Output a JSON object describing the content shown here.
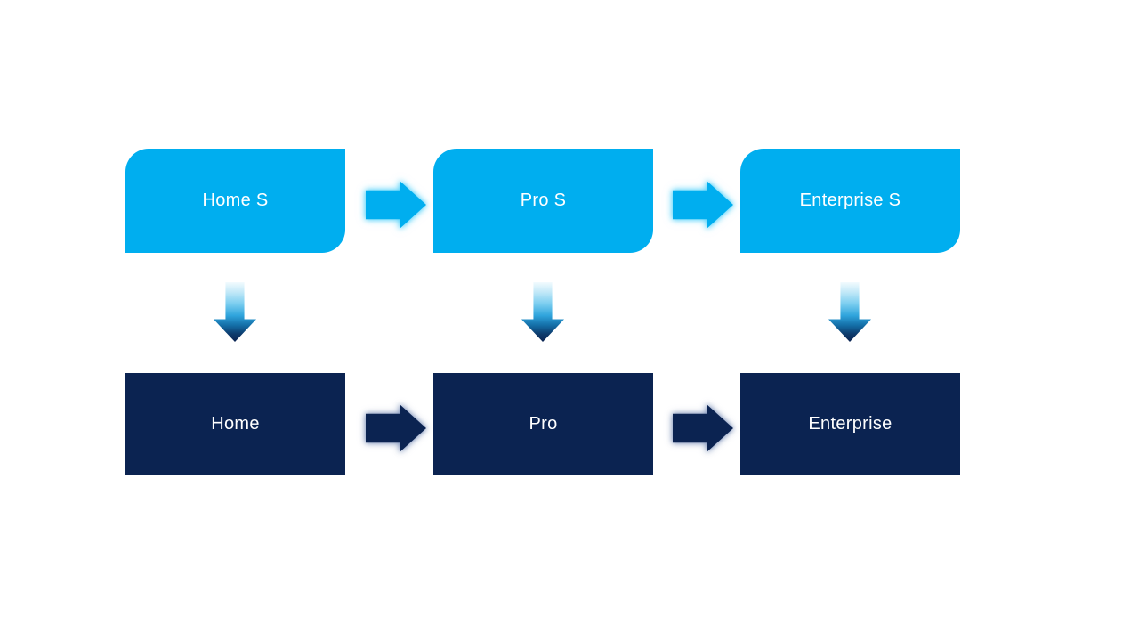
{
  "colors": {
    "light_blue": "#00AEEF",
    "dark_navy": "#0B2351",
    "background": "#FFFFFF"
  },
  "icons": {
    "right_arrow": "block-arrow-right",
    "down_arrow": "block-arrow-down"
  },
  "diagram": {
    "top_row": {
      "items": [
        {
          "label": "Home S"
        },
        {
          "label": "Pro S"
        },
        {
          "label": "Enterprise S"
        }
      ]
    },
    "bottom_row": {
      "items": [
        {
          "label": "Home"
        },
        {
          "label": "Pro"
        },
        {
          "label": "Enterprise"
        }
      ]
    }
  }
}
